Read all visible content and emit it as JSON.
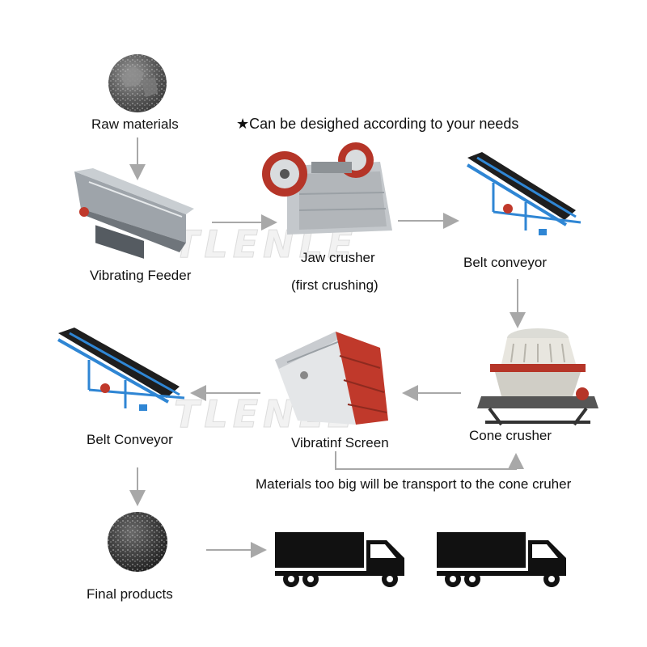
{
  "header_note": "★Can be desighed according to your needs",
  "watermark_text": "TLENLE",
  "stages": {
    "raw_materials": "Raw materials",
    "vibrating_feeder": "Vibrating Feeder",
    "jaw_crusher": "Jaw crusher",
    "jaw_crusher_sub": "(first crushing)",
    "belt_conveyor_1": "Belt conveyor",
    "cone_crusher": "Cone crusher",
    "vibrating_screen": "Vibratinf Screen",
    "belt_conveyor_2": "Belt Conveyor",
    "final_products": "Final products"
  },
  "return_note": "Materials too big will be transport to the cone cruher",
  "colors": {
    "arrow": "#a8a8a8",
    "conveyor_frame": "#2f86d4",
    "belt": "#1e1e1e",
    "crusher_red": "#c0392b",
    "truck": "#111111"
  }
}
